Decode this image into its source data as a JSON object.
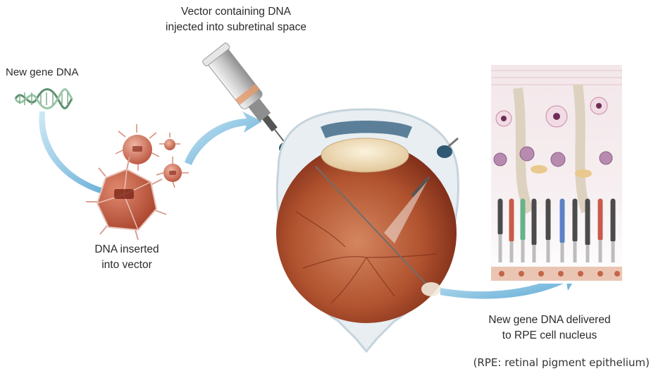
{
  "labels": {
    "vector_line1": "Vector containing DNA",
    "vector_line2": "injected into subretinal space",
    "new_gene": "New gene DNA",
    "inserted_line1": "DNA inserted",
    "inserted_line2": "into vector",
    "delivered_line1": "New gene DNA delivered",
    "delivered_line2": "to RPE cell nucleus",
    "footnote": "(RPE: retinal pigment epithelium)"
  },
  "colors": {
    "arrow": "#6fb8dc",
    "eye_interior": "#a8492c",
    "vector_particle": "#c86a55",
    "syringe": "#d9d9d9",
    "retina_layers": "#e9c9d4"
  },
  "icons": [
    "dna-helix-icon",
    "virus-vector-icon",
    "syringe-icon",
    "eye-cross-section-icon",
    "retina-layers-icon"
  ]
}
